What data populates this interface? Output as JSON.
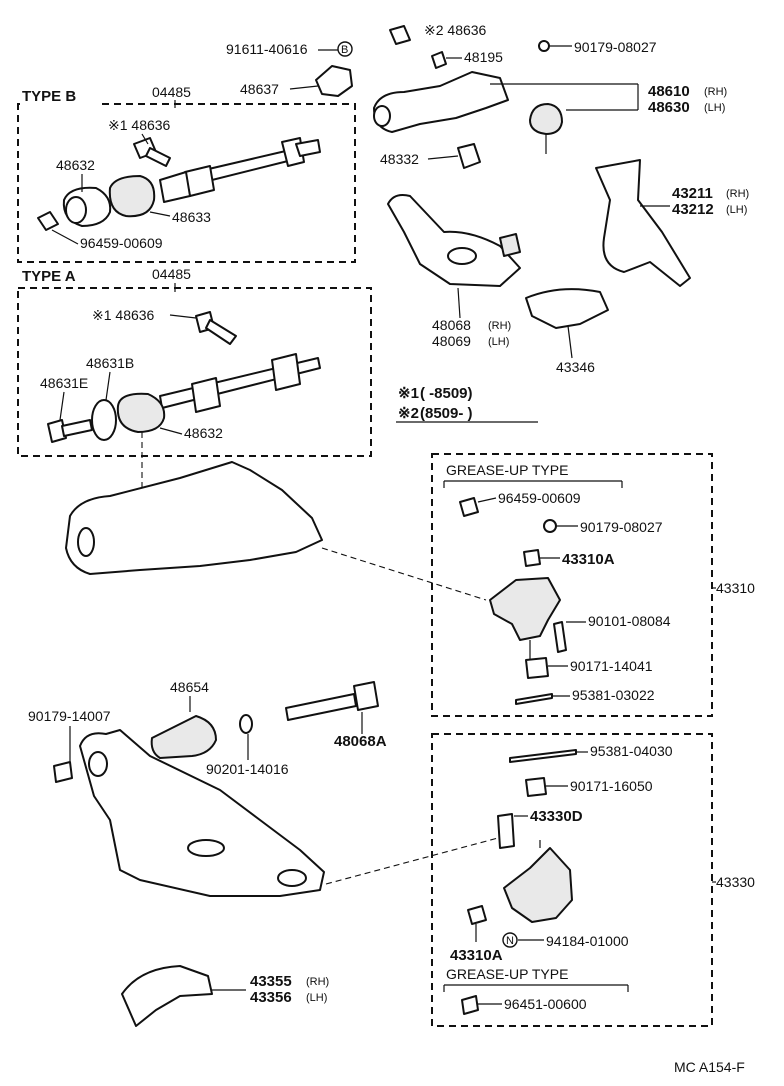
{
  "type_b": {
    "title": "TYPE B",
    "group": "04485",
    "parts": [
      "※1 48636",
      "48632",
      "48633",
      "96459-00609"
    ]
  },
  "type_a": {
    "title": "TYPE A",
    "group": "04485",
    "parts": [
      "※1 48636",
      "48631B",
      "48631E",
      "48632"
    ]
  },
  "top_parts": {
    "p91611": "91611-40616",
    "circle_b": "B",
    "p48637": "48637",
    "p48636_2": "※2 48636",
    "p48195": "48195",
    "p90179_08027": "90179-08027",
    "p48610": "48610",
    "rh": "(RH)",
    "p48630": "48630",
    "lh": "(LH)",
    "p48332": "48332",
    "p43211": "43211",
    "p43212": "43212",
    "p48068": "48068",
    "p48069": "48069",
    "p43346": "43346"
  },
  "notes": {
    "n1_mark": "※1",
    "n1_range": "(        -8509)",
    "n2_mark": "※2",
    "n2_range": "(8509-        )"
  },
  "kit_43310": {
    "id": "43310",
    "grease_title": "GREASE-UP  TYPE",
    "parts": [
      "96459-00609",
      "90179-08027",
      "43310A",
      "90101-08084",
      "90171-14041",
      "95381-03022"
    ]
  },
  "lower_parts": {
    "p90179_14007": "90179-14007",
    "p48654": "48654",
    "p90201_14016": "90201-14016",
    "p48068A": "48068A",
    "p43355": "43355",
    "p43356": "43356",
    "rh": "(RH)",
    "lh": "(LH)"
  },
  "kit_43330": {
    "id": "43330",
    "parts": [
      "95381-04030",
      "90171-16050",
      "43330D",
      "43310A",
      "94184-01000"
    ],
    "circle_n": "N",
    "grease_title": "GREASE-UP  TYPE",
    "grease_part": "96451-00600"
  },
  "footer": {
    "code": "MC  A154-F"
  }
}
